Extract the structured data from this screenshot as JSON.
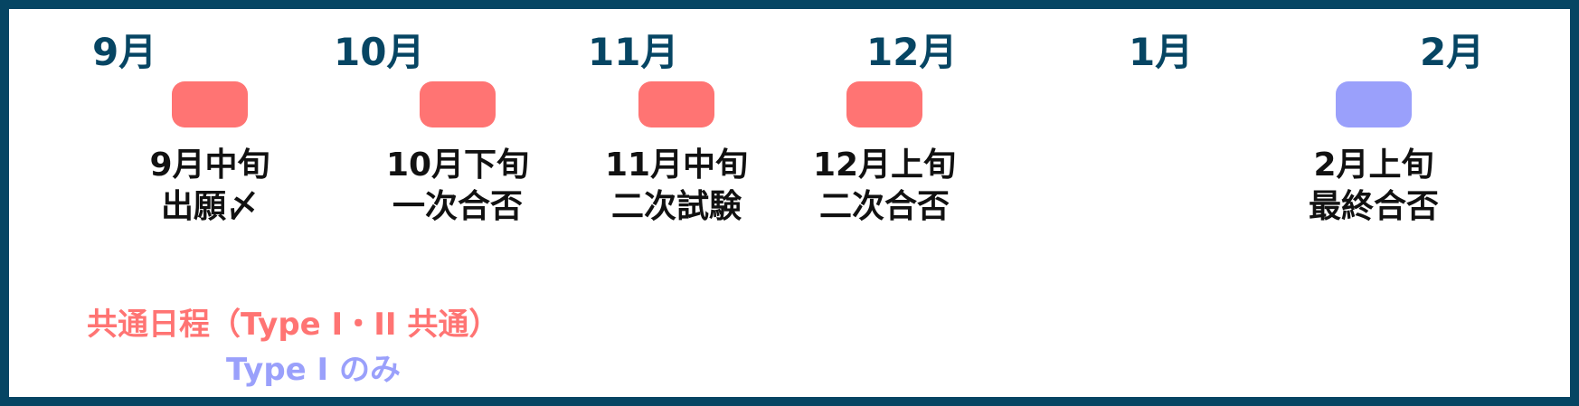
{
  "timeline": {
    "months": [
      "9月",
      "10月",
      "11月",
      "12月",
      "1月",
      "2月"
    ],
    "events": [
      {
        "date": "9月中旬",
        "label": "出願〆",
        "category": "common"
      },
      {
        "date": "10月下旬",
        "label": "一次合否",
        "category": "common"
      },
      {
        "date": "11月中旬",
        "label": "二次試験",
        "category": "common"
      },
      {
        "date": "12月上旬",
        "label": "二次合否",
        "category": "common"
      },
      {
        "date": "2月上旬",
        "label": "最終合否",
        "category": "type1"
      }
    ]
  },
  "legend": {
    "common_label": "共通日程（Type I・II 共通）",
    "type1_label": "Type I のみ"
  },
  "colors": {
    "border": "#064563",
    "month_text": "#064563",
    "common": "#ff7473",
    "type1": "#9aa0fb",
    "event_text": "#111111"
  }
}
